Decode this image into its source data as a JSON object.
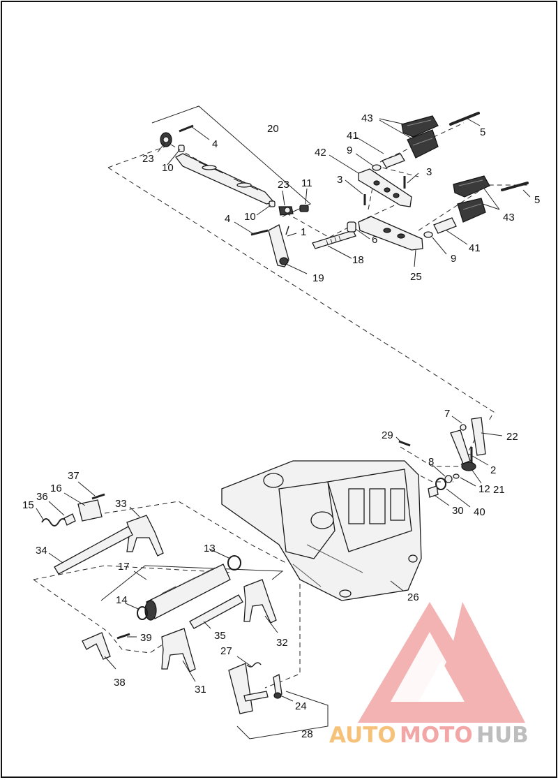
{
  "callouts": {
    "c1": "1",
    "c2": "2",
    "c3a": "3",
    "c3b": "3",
    "c4a": "4",
    "c4b": "4",
    "c5a": "5",
    "c5b": "5",
    "c6": "6",
    "c7": "7",
    "c8": "8",
    "c9a": "9",
    "c9b": "9",
    "c10a": "10",
    "c10b": "10",
    "c11": "11",
    "c12": "12",
    "c13": "13",
    "c14": "14",
    "c15": "15",
    "c16": "16",
    "c17": "17",
    "c18": "18",
    "c19": "19",
    "c20": "20",
    "c21": "21",
    "c22": "22",
    "c23a": "23",
    "c23b": "23",
    "c24": "24",
    "c25": "25",
    "c26": "26",
    "c27": "27",
    "c28": "28",
    "c29": "29",
    "c30": "30",
    "c31": "31",
    "c32": "32",
    "c33": "33",
    "c34": "34",
    "c35": "35",
    "c36": "36",
    "c37": "37",
    "c38": "38",
    "c39": "39",
    "c40": "40",
    "c41a": "41",
    "c41b": "41",
    "c42": "42",
    "c43a": "43",
    "c43b": "43"
  },
  "watermark": {
    "part1": "AUTO",
    "part2": "MOTO",
    "part3": "HUB"
  },
  "colors": {
    "watermark_red": "#f2a6a6",
    "watermark_orange": "#f6c27a",
    "watermark_gray": "#bdbdbd",
    "ink": "#1a1a1a"
  }
}
